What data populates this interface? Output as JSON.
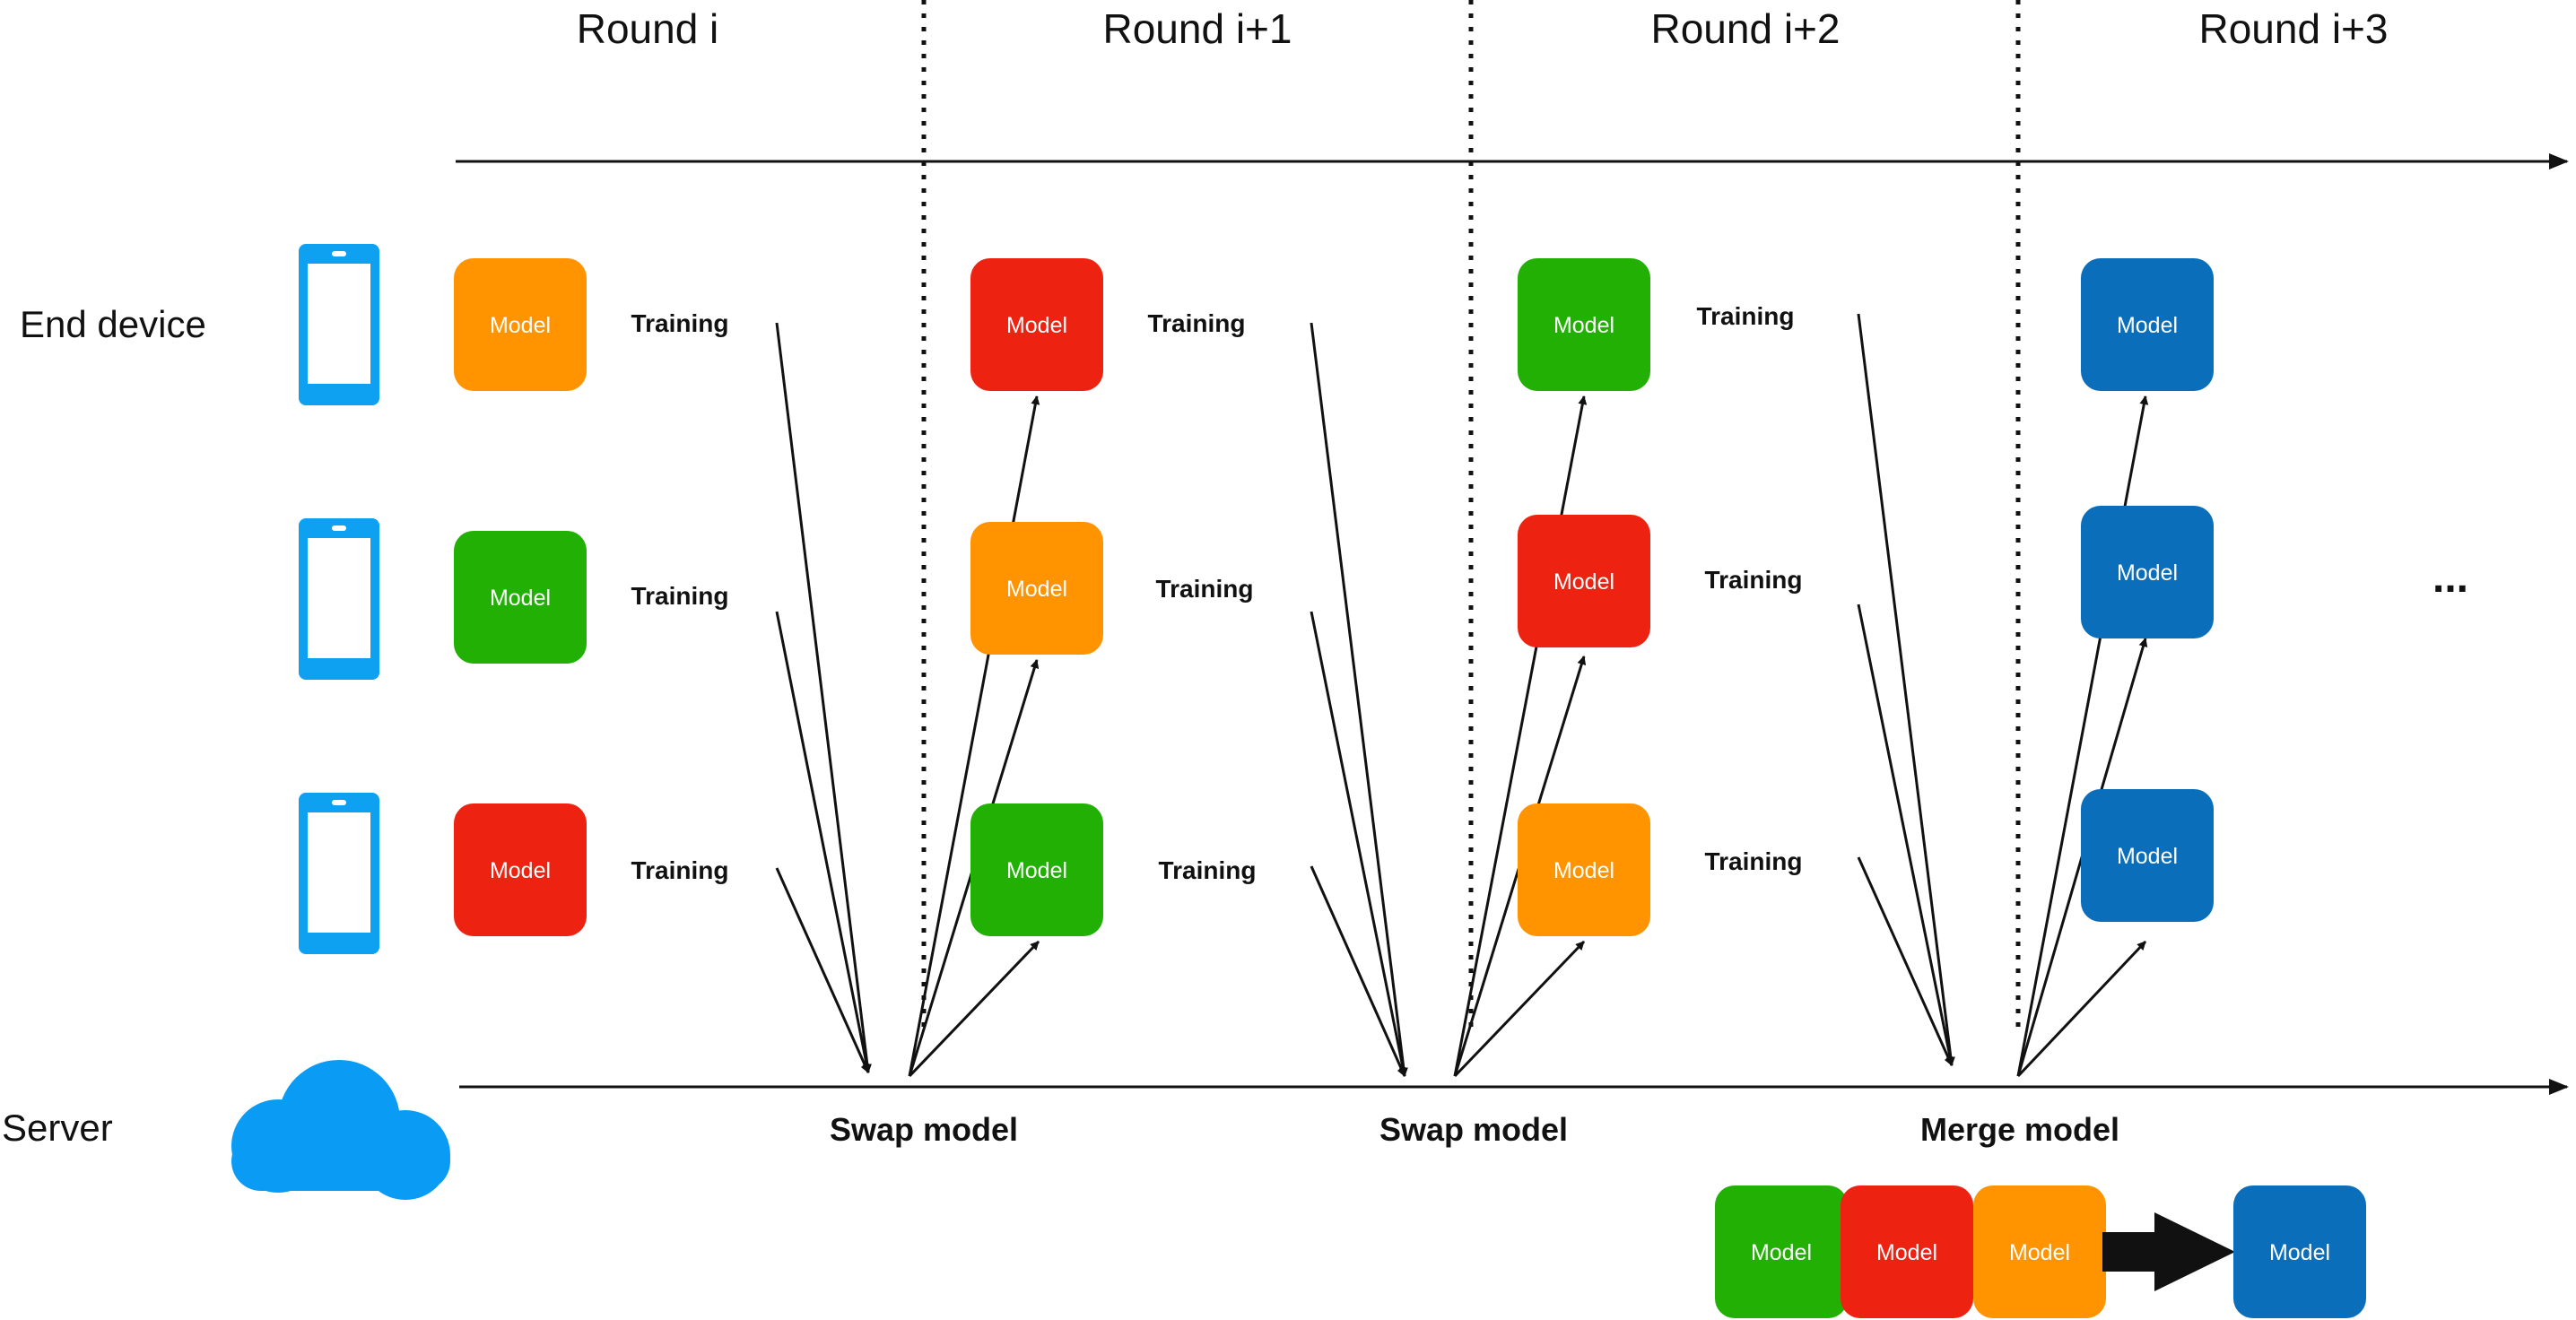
{
  "rounds": [
    "Round i",
    "Round i+1",
    "Round i+2",
    "Round i+3"
  ],
  "labels": {
    "end_device": "End device",
    "server": "Server",
    "training": "Training",
    "model": "Model",
    "ellipsis": "..."
  },
  "server_ops": [
    "Swap model",
    "Swap model",
    "Merge model"
  ],
  "colors": {
    "orange": "#FF9300",
    "red": "#EE2211",
    "green": "#22B005",
    "blue": "#0A6EBB",
    "device_blue": "#0EA1F2",
    "cloud_blue": "#0A9CF5"
  },
  "round_models": [
    [
      "orange",
      "green",
      "red"
    ],
    [
      "red",
      "orange",
      "green"
    ],
    [
      "green",
      "red",
      "orange"
    ],
    [
      "blue",
      "blue",
      "blue"
    ]
  ],
  "merge": {
    "inputs": [
      "green",
      "red",
      "orange"
    ],
    "output": "blue"
  }
}
